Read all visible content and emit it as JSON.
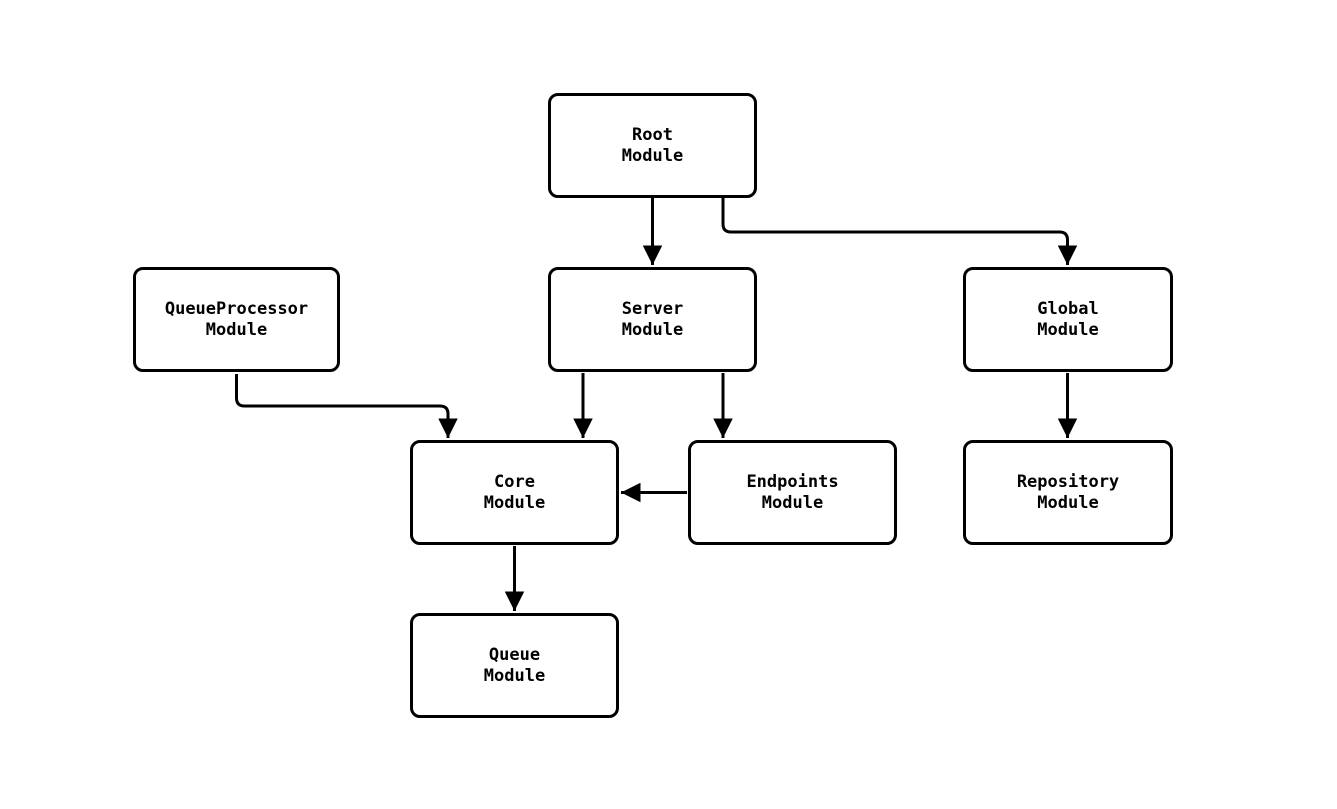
{
  "diagram": {
    "type": "module-dependency-graph",
    "background_color": "#ffffff",
    "line_color": "#000000",
    "node_fill_color": "#ffffff",
    "node_border_color": "#000000",
    "nodes": [
      {
        "id": "root",
        "label": "Root\nModule"
      },
      {
        "id": "server",
        "label": "Server\nModule"
      },
      {
        "id": "global",
        "label": "Global\nModule"
      },
      {
        "id": "queueprocessor",
        "label": "QueueProcessor\nModule"
      },
      {
        "id": "core",
        "label": "Core\nModule"
      },
      {
        "id": "endpoints",
        "label": "Endpoints\nModule"
      },
      {
        "id": "repository",
        "label": "Repository\nModule"
      },
      {
        "id": "queue",
        "label": "Queue\nModule"
      }
    ],
    "edges": [
      {
        "from": "root",
        "to": "server"
      },
      {
        "from": "root",
        "to": "global"
      },
      {
        "from": "queueprocessor",
        "to": "core"
      },
      {
        "from": "server",
        "to": "core"
      },
      {
        "from": "server",
        "to": "endpoints"
      },
      {
        "from": "endpoints",
        "to": "core"
      },
      {
        "from": "global",
        "to": "repository"
      },
      {
        "from": "core",
        "to": "queue"
      }
    ]
  }
}
